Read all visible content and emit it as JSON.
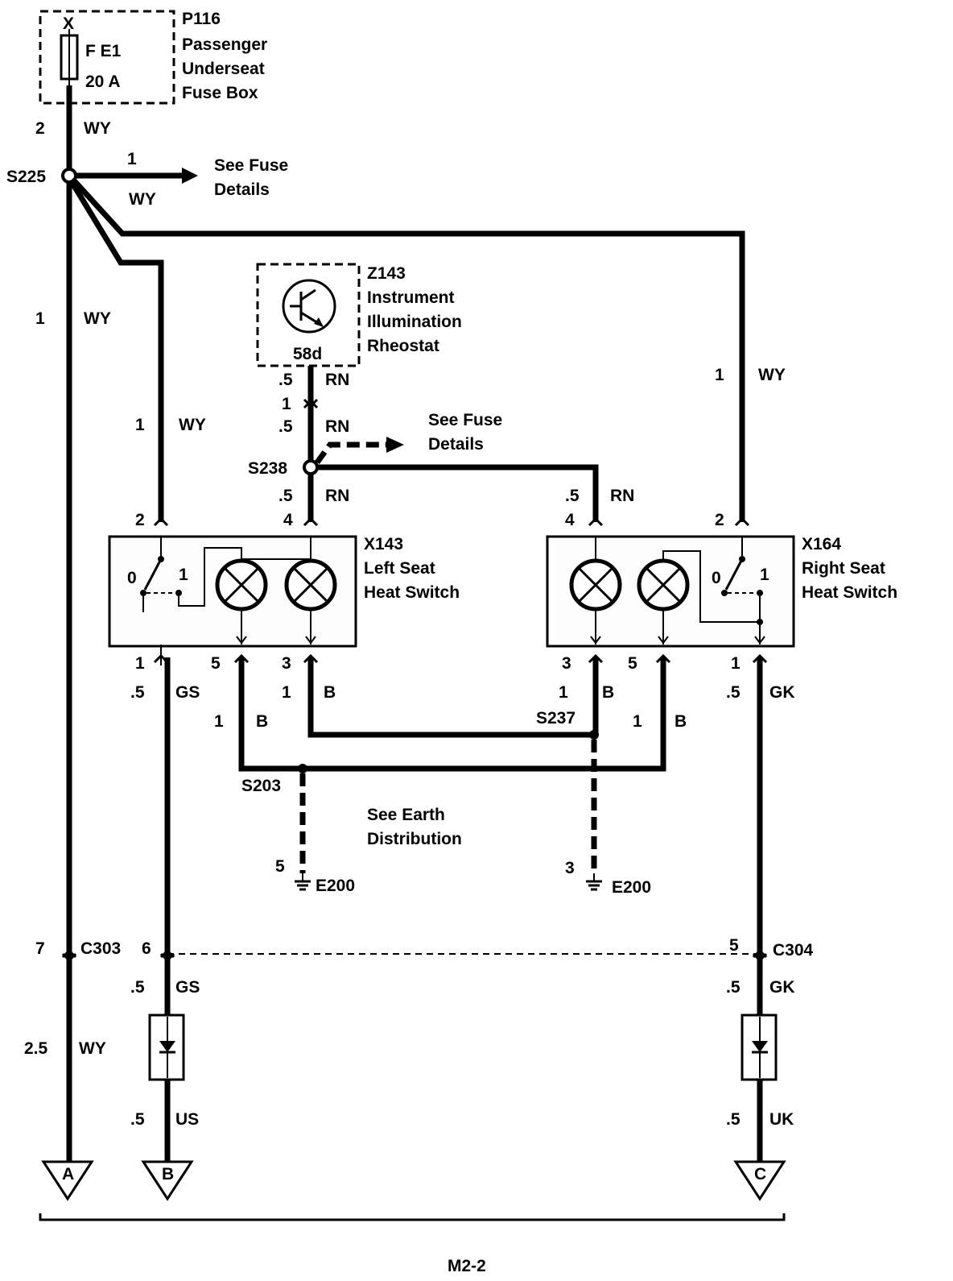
{
  "fuse_box": {
    "pin_top": "X",
    "fuse_id": "F E1",
    "fuse_rating": "20 A",
    "ref": "P116",
    "name_l1": "Passenger",
    "name_l2": "Underseat",
    "name_l3": "Fuse Box",
    "out_size": "2",
    "out_color": "WY"
  },
  "s225": {
    "id": "S225",
    "branch_size": "1",
    "branch_color": "WY",
    "see_l1": "See Fuse",
    "see_l2": "Details"
  },
  "rheostat": {
    "ref": "Z143",
    "name_l1": "Instrument",
    "name_l2": "Illumination",
    "name_l3": "Rheostat",
    "pin": "58d",
    "out_size": ".5",
    "out_color": "RN",
    "connector_pin": "1"
  },
  "s238": {
    "id": "S238",
    "in_size": ".5",
    "in_color": "RN",
    "see_l1": "See Fuse",
    "see_l2": "Details",
    "left_size": ".5",
    "left_color": "RN",
    "right_size": ".5",
    "right_color": "RN"
  },
  "wires": {
    "left_main_size": "1",
    "left_main_color": "WY",
    "left_sw_size": "1",
    "left_sw_color": "WY",
    "right_sw_size": "1",
    "right_sw_color": "WY"
  },
  "left_switch": {
    "ref": "X143",
    "name_l1": "Left Seat",
    "name_l2": "Heat Switch",
    "pin_in_a": "2",
    "pin_in_b": "4",
    "pin_out_1": "1",
    "pin_out_5": "5",
    "pin_out_3": "3",
    "pos_0": "0",
    "pos_1": "1",
    "out1_size": ".5",
    "out1_color": "GS",
    "out5_size": "1",
    "out5_color": "B",
    "out3_size": "1",
    "out3_color": "B"
  },
  "right_switch": {
    "ref": "X164",
    "name_l1": "Right Seat",
    "name_l2": "Heat Switch",
    "pin_in_a": "4",
    "pin_in_b": "2",
    "pin_out_3": "3",
    "pin_out_5": "5",
    "pin_out_1": "1",
    "pos_0": "0",
    "pos_1": "1",
    "out3_size": "1",
    "out3_color": "B",
    "out5_size": "1",
    "out5_color": "B",
    "out1_size": ".5",
    "out1_color": "GK"
  },
  "earth": {
    "s237": "S237",
    "s203": "S203",
    "see_l1": "See Earth",
    "see_l2": "Distribution",
    "e_left_pin": "5",
    "e_left": "E200",
    "e_right_pin": "3",
    "e_right": "E200"
  },
  "connectors": {
    "c303": "C303",
    "c303_pin_a": "7",
    "c303_pin_b": "6",
    "c304": "C304",
    "c304_pin": "5"
  },
  "lower": {
    "a_size": "2.5",
    "a_color": "WY",
    "b_in_size": ".5",
    "b_in_color": "GS",
    "b_out_size": ".5",
    "b_out_color": "US",
    "c_in_size": ".5",
    "c_in_color": "GK",
    "c_out_size": ".5",
    "c_out_color": "UK"
  },
  "terminals": {
    "a": "A",
    "b": "B",
    "c": "C"
  },
  "page_ref": "M2-2"
}
